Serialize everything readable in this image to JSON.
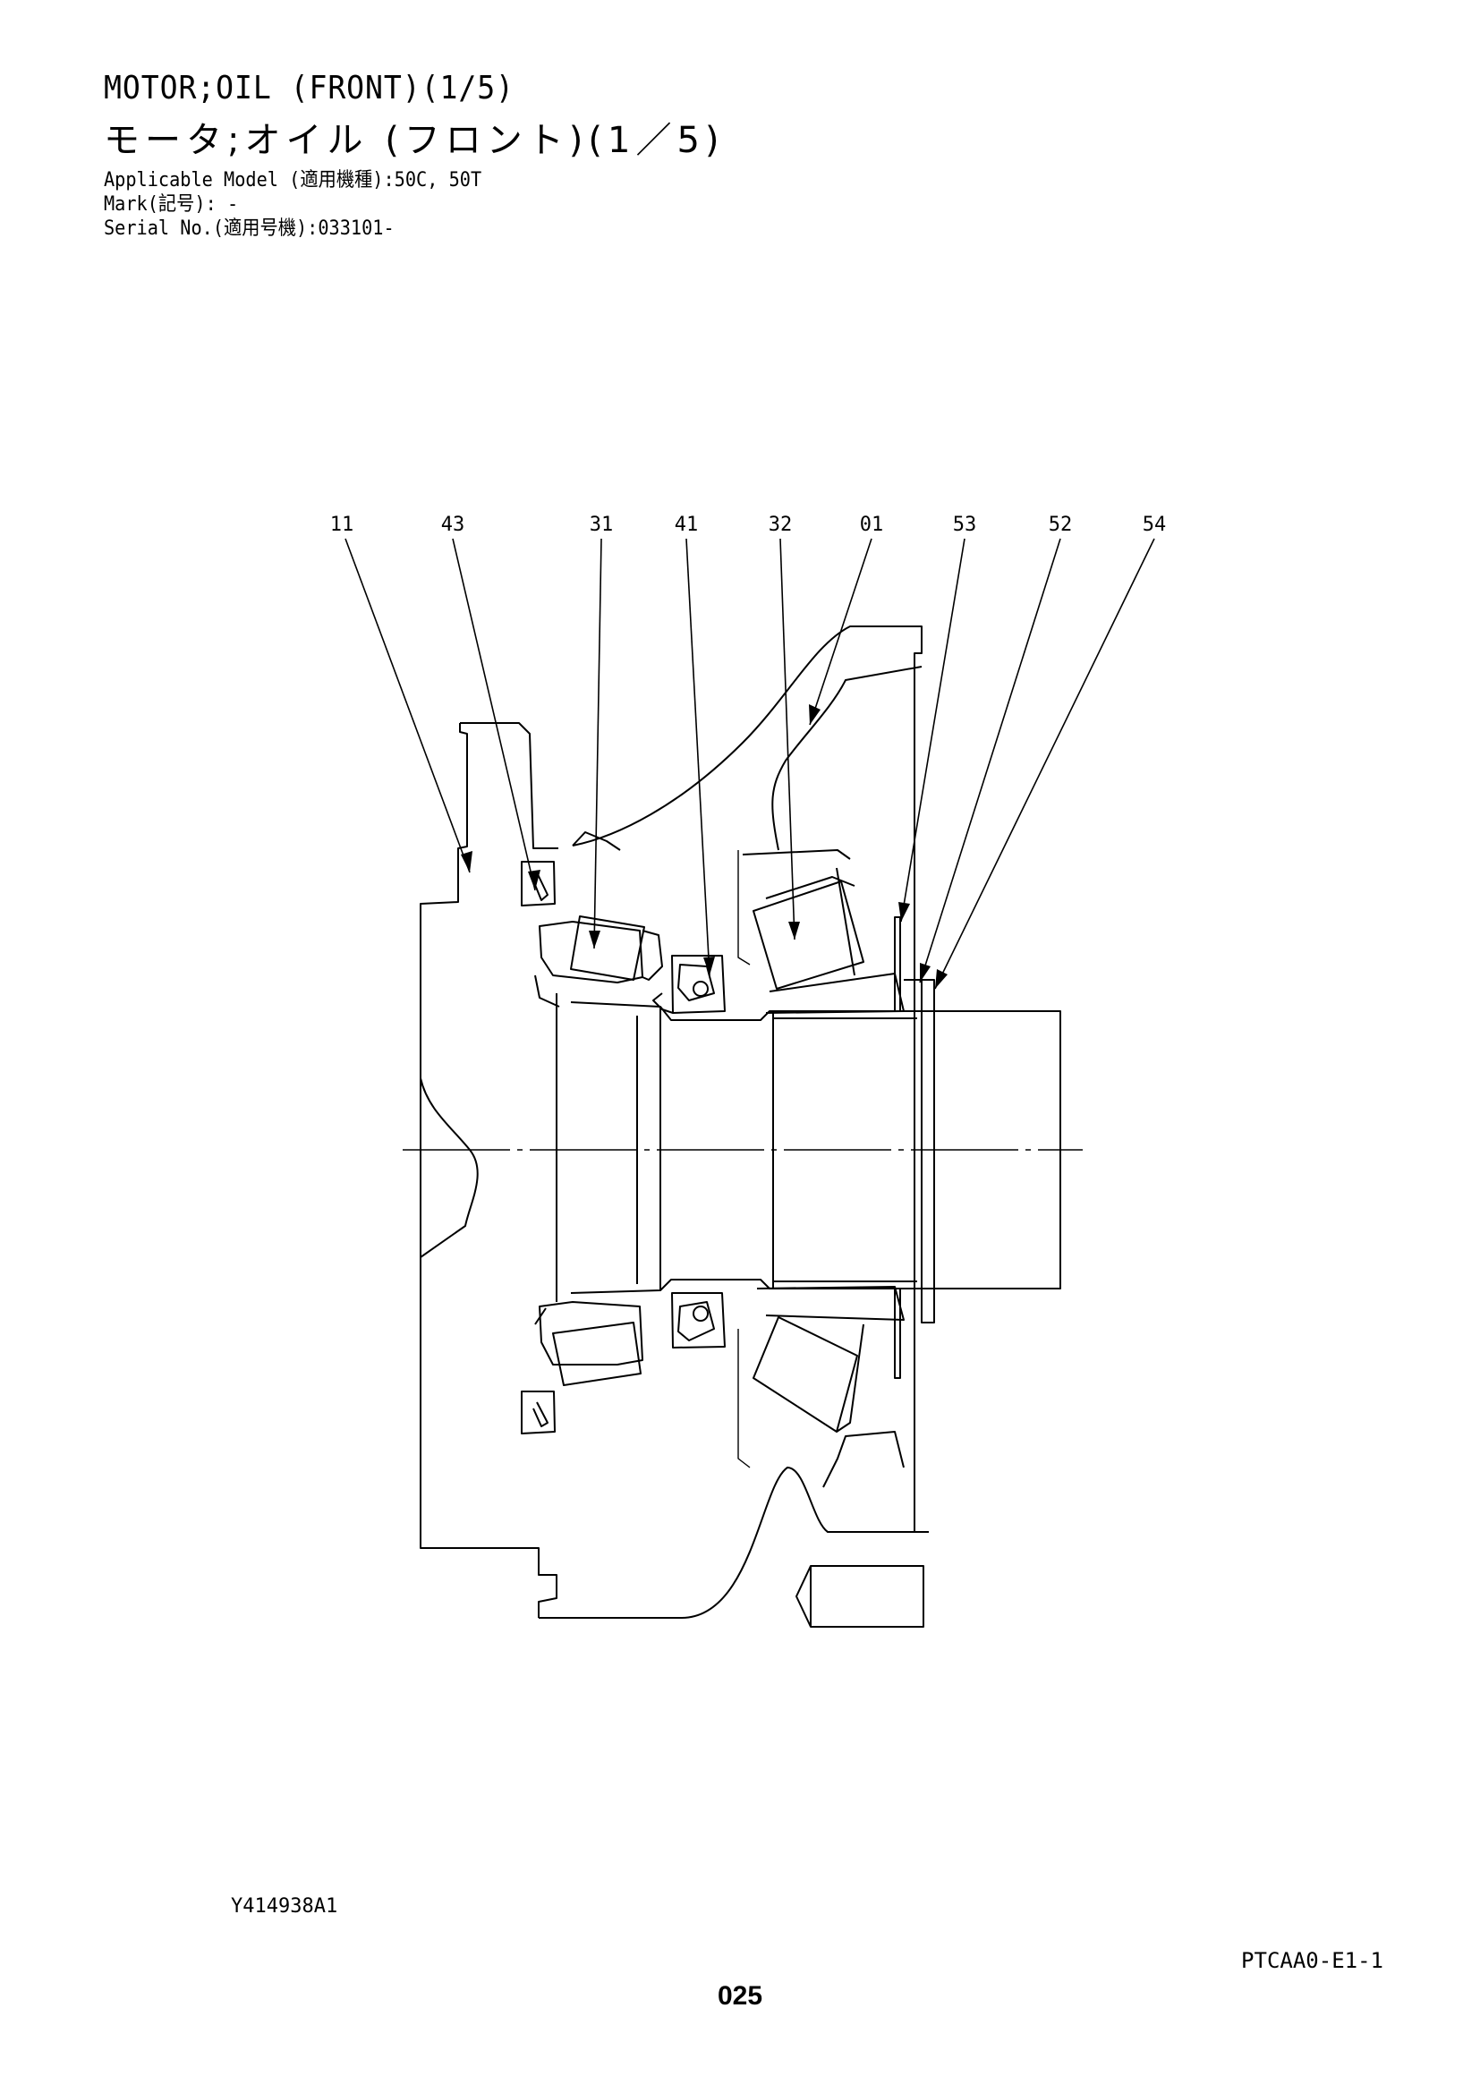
{
  "header": {
    "title_en": "MOTOR;OIL (FRONT)(1/5)",
    "title_jp": "モータ;オイル (フロント)(1／5)",
    "applicable_model": "Applicable Model (適用機種):50C, 50T",
    "mark": "Mark(記号): -",
    "serial_no": "Serial No.(適用号機):033101-"
  },
  "callouts": [
    "11",
    "43",
    "31",
    "41",
    "32",
    "01",
    "53",
    "52",
    "54"
  ],
  "footer": {
    "drawing_id": "Y414938A1",
    "sheet_ref": "PTCAA0-E1-1",
    "page_number": "025"
  }
}
